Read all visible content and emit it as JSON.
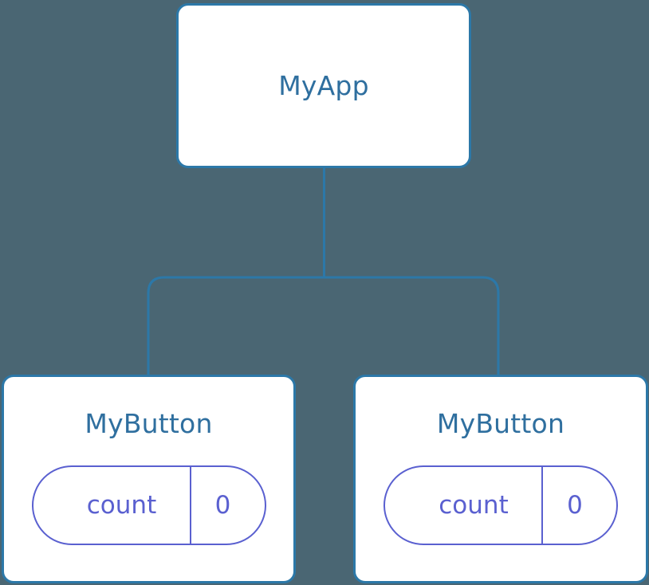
{
  "diagram": {
    "type": "component-tree",
    "background_color": "#4a6673",
    "node_border_color": "#2c78a8",
    "node_fill_color": "#ffffff",
    "node_label_color": "#2f6f9f",
    "connector_color": "#2c78a8",
    "state_accent_color": "#5a60d0"
  },
  "root": {
    "label": "MyApp"
  },
  "children": [
    {
      "label": "MyButton",
      "state": {
        "key": "count",
        "value": "0"
      }
    },
    {
      "label": "MyButton",
      "state": {
        "key": "count",
        "value": "0"
      }
    }
  ]
}
